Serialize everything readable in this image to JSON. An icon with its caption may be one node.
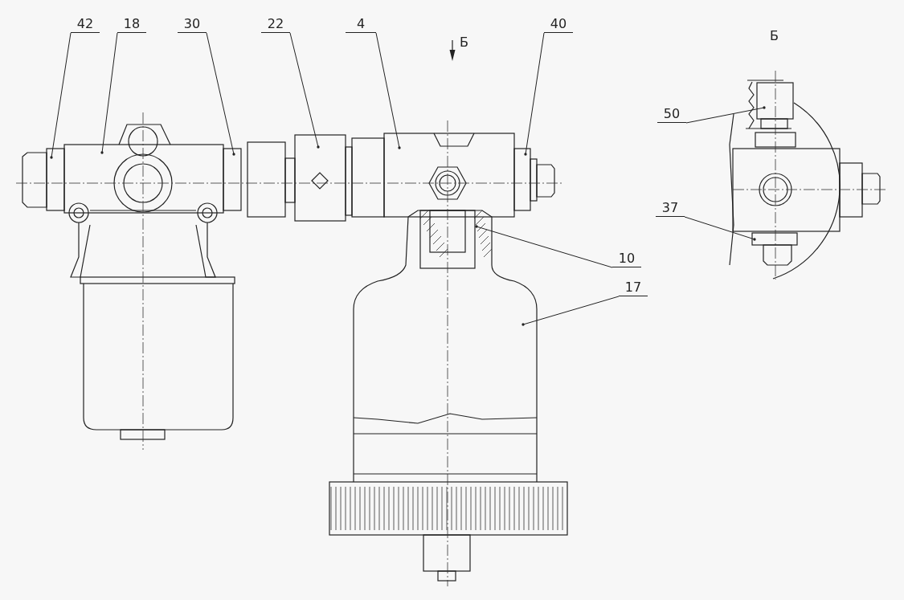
{
  "diagram": {
    "nodes": [
      {
        "text": [
          "42"
        ]
      },
      {
        "text": [
          "18"
        ]
      },
      {
        "text": [
          "30"
        ]
      },
      {
        "text": [
          "22"
        ]
      },
      {
        "text": [
          "4"
        ]
      },
      {
        "text": [
          "40"
        ]
      },
      {
        "text": [
          "50"
        ]
      },
      {
        "text": [
          "37"
        ]
      },
      {
        "text": [
          "10"
        ]
      },
      {
        "text": [
          "17"
        ]
      }
    ],
    "edges": [
      {
        "from": 0,
        "to": null,
        "arrow": "other"
      },
      {
        "from": 1,
        "to": null,
        "arrow": "other"
      },
      {
        "from": 2,
        "to": null,
        "arrow": "other"
      },
      {
        "from": 3,
        "to": null,
        "arrow": "other"
      },
      {
        "from": 4,
        "to": null,
        "arrow": "other"
      },
      {
        "from": 5,
        "to": null,
        "arrow": "other"
      },
      {
        "from": 6,
        "to": null,
        "arrow": "other"
      },
      {
        "from": 7,
        "to": null,
        "arrow": "other"
      },
      {
        "from": 8,
        "to": null,
        "arrow": "other"
      },
      {
        "from": 9,
        "to": null,
        "arrow": "other"
      }
    ],
    "labels": [
      "Б",
      "Б"
    ]
  }
}
